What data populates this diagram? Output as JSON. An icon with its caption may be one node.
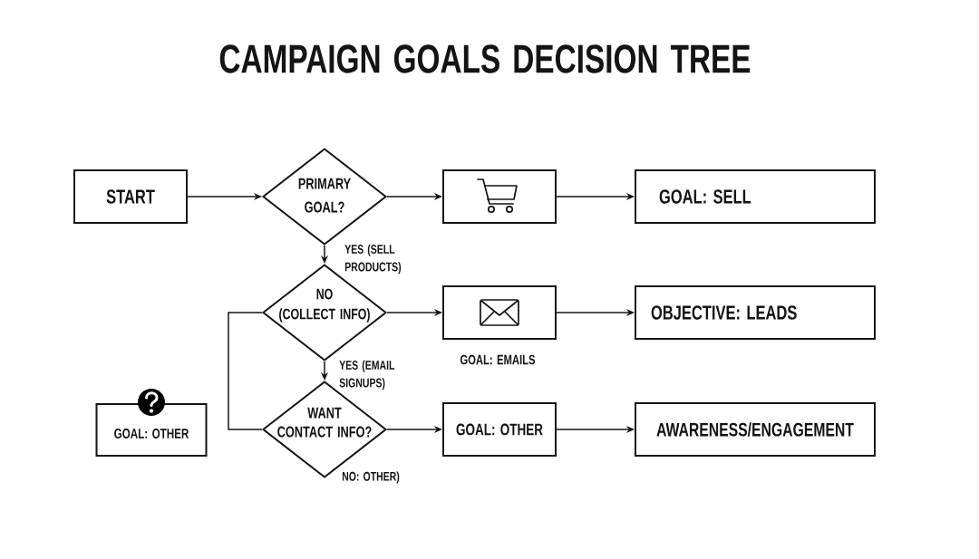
{
  "diagram": {
    "title": "CAMPAIGN GOALS DECISION TREE",
    "nodes": [
      {
        "text": [
          "START"
        ]
      },
      {
        "text": [
          "PRIMARY GOAL?"
        ]
      },
      {
        "text": [],
        "shape": "box"
      },
      {
        "text": [
          "GOAL: SELL"
        ]
      },
      {
        "text": [
          "NO (COLLECT INFO)"
        ]
      },
      {
        "text": [],
        "shape": "box",
        "beside": [
          "GOAL: EMAILS"
        ]
      },
      {
        "text": [
          "OBJECTIVE: LEADS"
        ]
      },
      {
        "text": [
          "GOAL: OTHER"
        ]
      },
      {
        "text": [
          "WANT CONTACT INFO?"
        ]
      },
      {
        "text": [
          "GOAL: OTHER"
        ]
      },
      {
        "text": [
          "AWARENESS/ENGAGEMENT"
        ]
      }
    ],
    "edges": [
      {
        "from": 0,
        "to": 1,
        "arrow": "to"
      },
      {
        "from": 1,
        "to": 2,
        "arrow": "to"
      },
      {
        "from": 2,
        "to": 3,
        "arrow": "to"
      },
      {
        "from": 1,
        "to": 4,
        "arrow": "to",
        "label": "YES (SELL PRODUCTS)"
      },
      {
        "from": 4,
        "to": 5,
        "arrow": "to"
      },
      {
        "from": 5,
        "to": 6,
        "arrow": "to"
      },
      {
        "from": 4,
        "to": 8,
        "arrow": "to",
        "label": "YES (EMAIL SIGNUPS)"
      },
      {
        "from": 4,
        "to": 8,
        "arrow": "none"
      },
      {
        "from": 8,
        "to": 9,
        "arrow": "to"
      },
      {
        "from": 9,
        "to": 10,
        "arrow": "to"
      }
    ],
    "labels": [
      "NO: OTHER)"
    ]
  }
}
